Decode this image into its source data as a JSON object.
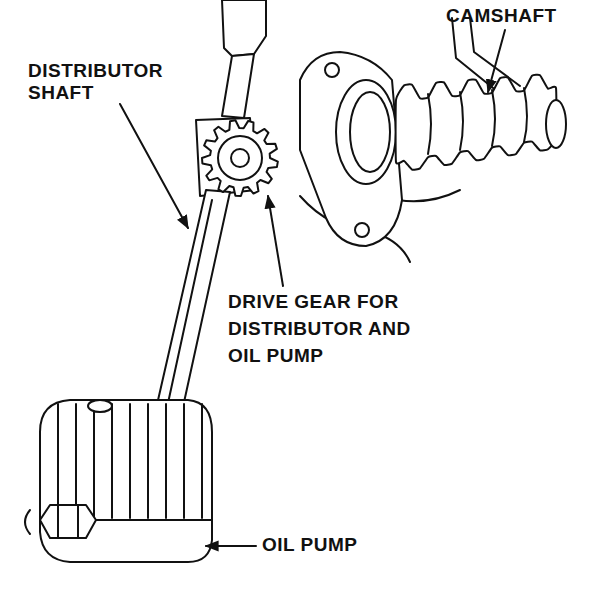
{
  "diagram": {
    "labels": [
      "CAMSHAFT",
      "DISTRIBUTOR SHAFT",
      "DRIVE GEAR FOR DISTRIBUTOR AND OIL PUMP",
      "OIL PUMP"
    ]
  }
}
